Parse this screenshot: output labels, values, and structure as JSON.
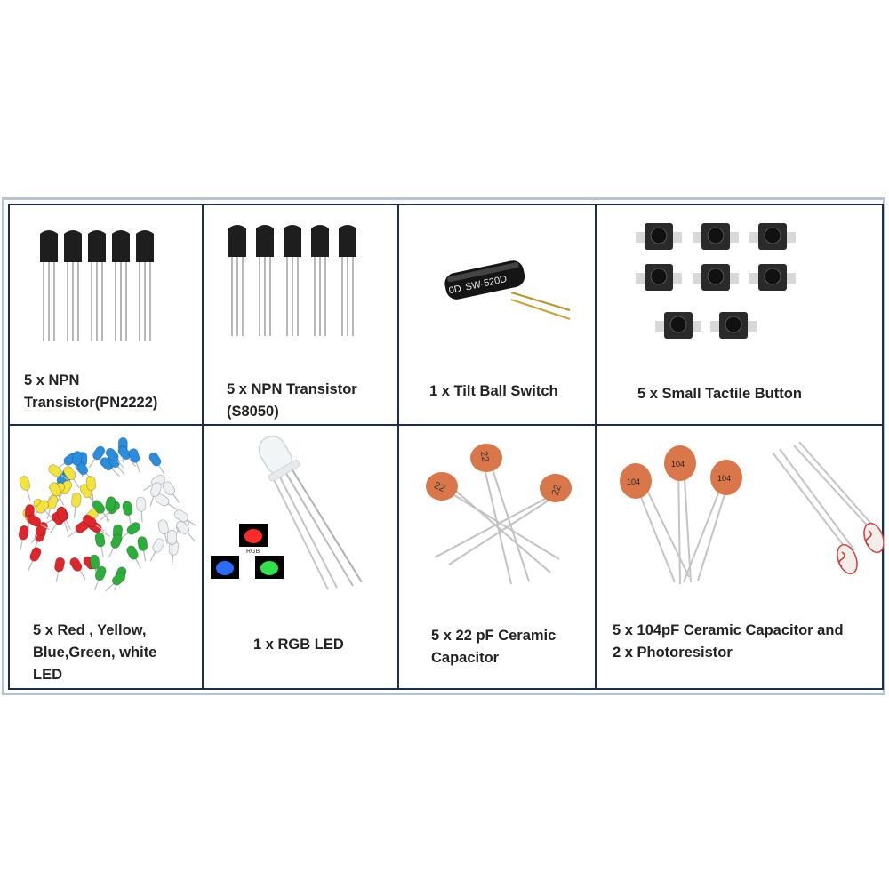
{
  "items": [
    {
      "caption": "5 x NPN Transistor(PN2222)",
      "line1": "5 x NPN",
      "line2": "Transistor(PN2222)"
    },
    {
      "caption": "5 x NPN Transistor (S8050)",
      "line1": "5 x NPN Transistor",
      "line2": "(S8050)"
    },
    {
      "caption": "1 x Tilt Ball Switch",
      "line1": "1 x Tilt Ball Switch",
      "marking": "SW-520D",
      "marking_cut": "0D"
    },
    {
      "caption": "5 x Small Tactile  Button",
      "line1": "5 x Small Tactile  Button"
    },
    {
      "caption": "5 x Red , Yellow, Blue,Green, white LED",
      "line1": "5 x Red , Yellow,",
      "line2": "Blue,Green, white",
      "line3": "LED"
    },
    {
      "caption": "1 x RGB LED",
      "line1": "1 x RGB LED",
      "rgb_label": "RGB"
    },
    {
      "caption": "5 x 22 pF Ceramic Capacitor",
      "line1": "5 x 22 pF Ceramic",
      "line2": "Capacitor",
      "marking": "22"
    },
    {
      "caption": "5 x 104pF Ceramic Capacitor and 2 x Photoresistor",
      "line1": "5 x 104pF Ceramic Capacitor and",
      "line2": "2 x Photoresistor",
      "marking": "104"
    }
  ],
  "colors": {
    "grid_border": "#1d2e48",
    "outer_border": "#b6c3d3",
    "transistor_body": "#1e1e1e",
    "capacitor": "#d9774a",
    "led_red": "#e0262b",
    "led_yellow": "#f3e33a",
    "led_blue": "#2a8ee0",
    "led_green": "#2cae3a",
    "led_white": "#eef1f4"
  },
  "icons": [
    "transistor-icon",
    "tilt-switch-icon",
    "tactile-button-icon",
    "led-icon",
    "rgb-led-icon",
    "ceramic-capacitor-icon",
    "photoresistor-icon"
  ]
}
